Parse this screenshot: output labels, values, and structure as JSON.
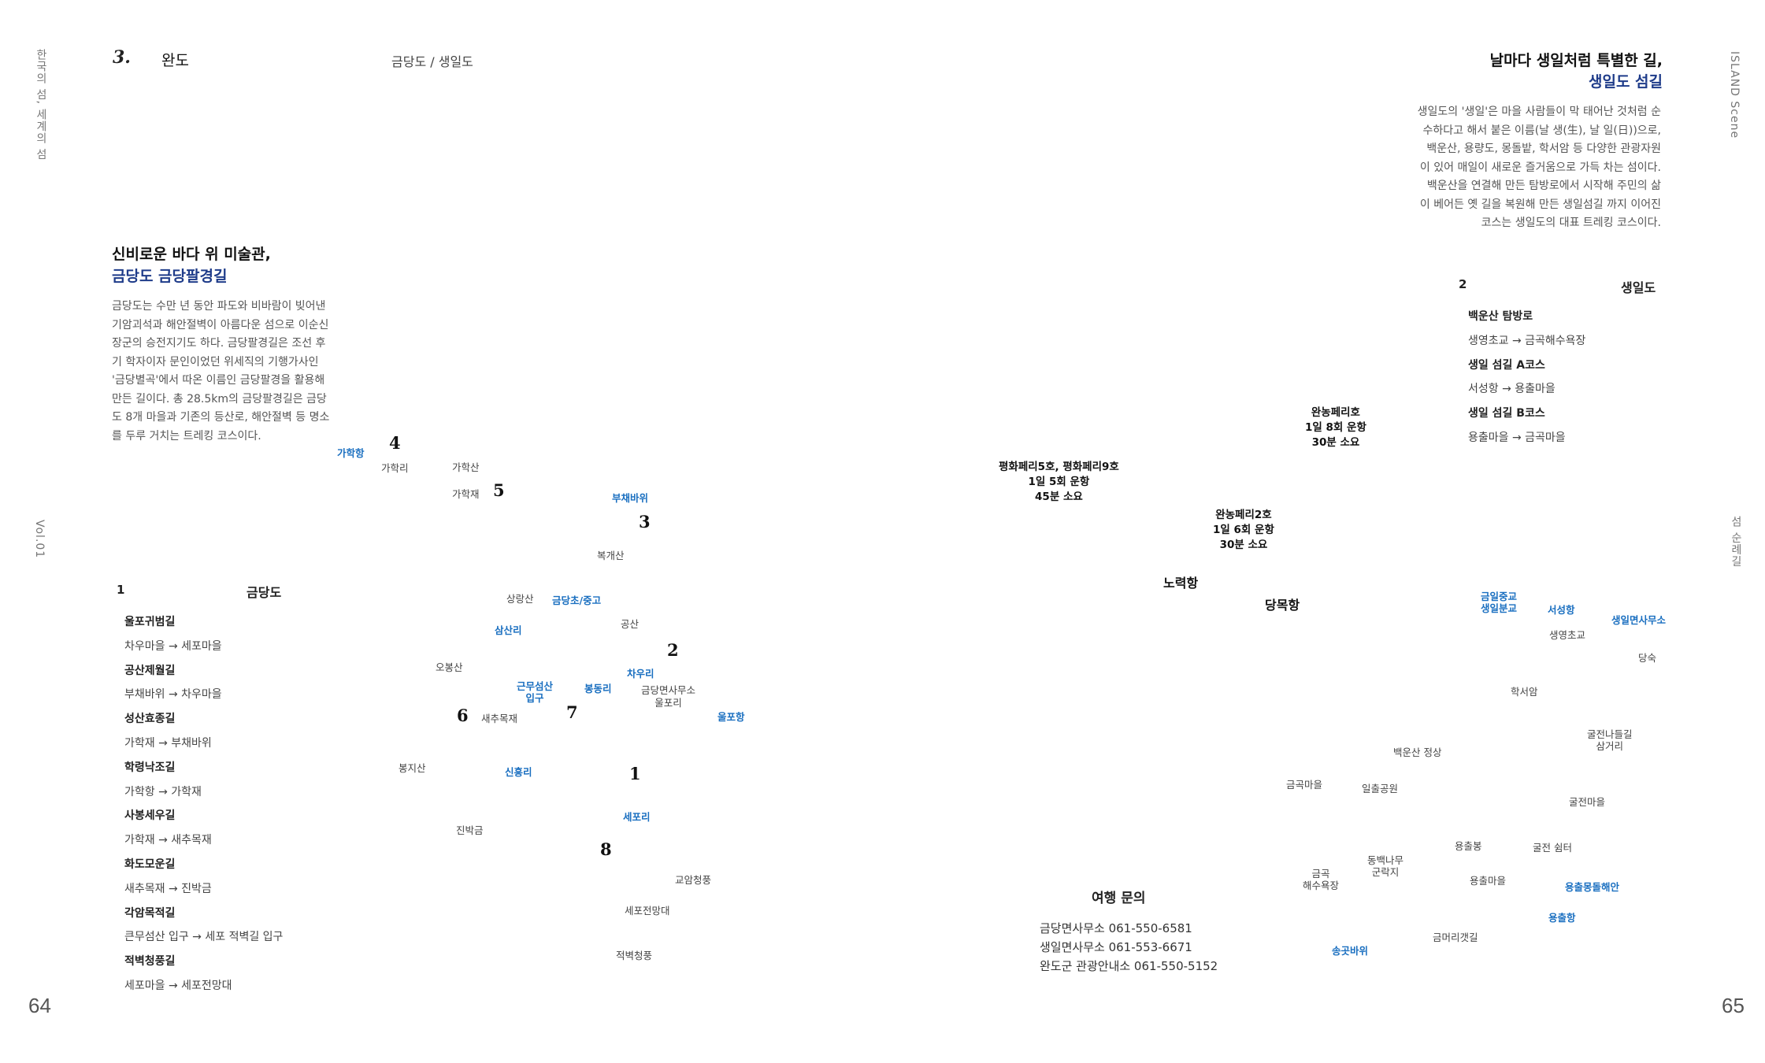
{
  "left_page": {
    "vertical_label": "한국의 섬, 세계의 섬",
    "volume": "Vol.01",
    "page_number": "64",
    "section_number": "3.",
    "region": "완도",
    "islands": "금당도 / 생일도",
    "headline_line1": "신비로운 바다 위 미술관,",
    "headline_line2": "금당도 금당팔경길",
    "description": "금당도는 수만 년 동안 파도와 비바람이 빚어낸 기암괴석과 해안절벽이 아름다운 섬으로 이순신 장군의 승전지기도 하다. 금당팔경길은 조선 후기 학자이자 문인이었던 위세직의 기행가사인 '금당별곡'에서 따온 이름인 금당팔경을 활용해 만든 길이다. 총 28.5km의 금당팔경길은 금당도 8개 마을과 기존의 등산로, 해안절벽 등 명소를 두루 거치는 트레킹 코스이다.",
    "map_number": "1",
    "map_name": "금당도",
    "courses": [
      {
        "name": "울포귀범길",
        "route": "차우마을 → 세포마을"
      },
      {
        "name": "공산제월길",
        "route": "부채바위 → 차우마을"
      },
      {
        "name": "성산효종길",
        "route": "가학재 → 부채바위"
      },
      {
        "name": "학령낙조길",
        "route": "가학항 → 가학재"
      },
      {
        "name": "사봉세우길",
        "route": "가학재 → 새추목재"
      },
      {
        "name": "화도모운길",
        "route": "새추목재 → 진박금"
      },
      {
        "name": "각암목적길",
        "route": "큰무섬산 입구 → 세포 적벽길 입구"
      },
      {
        "name": "적벽청풍길",
        "route": "세포마을 → 세포전망대"
      }
    ],
    "map_labels": {
      "gahak_port": "가학항",
      "gahakri": "가학리",
      "gahaksan": "가학산",
      "gahakjae": "가학재",
      "buchaebawi": "부채바위",
      "bokgaesan": "복개산",
      "sangnangsan": "상랑산",
      "geumdang_school": "금당초/중고",
      "samsanri": "삼산리",
      "gongsan": "공산",
      "obongsan": "오봉산",
      "chauri": "차우리",
      "geunmuseom": "근무섬산\n입구",
      "bongdongri": "봉동리",
      "myeonsamuso": "금당면사무소\n울포리",
      "saechumokjae": "새추목재",
      "ulpo_port": "울포항",
      "bongjisan": "봉지산",
      "sinheungri": "신흥리",
      "sepori": "세포리",
      "jinbakgeum": "진박금",
      "gyoamcheongpung": "교암청풍",
      "sepo_observatory": "세포전망대",
      "jeokbyeok": "적벽청풍"
    },
    "map_numbers": {
      "n1": "1",
      "n2": "2",
      "n3": "3",
      "n4": "4",
      "n5": "5",
      "n6": "6",
      "n7": "7",
      "n8": "8"
    }
  },
  "right_page": {
    "vertical_label": "ISLAND Scene",
    "vertical_label2": "섬 순례길",
    "page_number": "65",
    "headline_line1": "날마다 생일처럼 특별한 길,",
    "headline_line2": "생일도 섬길",
    "description": "생일도의 '생일'은 마을 사람들이 막 태어난 것처럼 순수하다고 해서 붙은 이름(날 생(生), 날 일(日))으로, 백운산, 용량도, 몽돌밭, 학서암 등 다양한 관광자원이 있어 매일이 새로운 즐거움으로 가득 차는 섬이다. 백운산을 연결해 만든 탐방로에서 시작해 주민의 삶이 베어든 옛 길을 복원해 만든 생일섬길 까지 이어진 코스는 생일도의 대표 트레킹 코스이다.",
    "map_number": "2",
    "map_name": "생일도",
    "courses": [
      {
        "name": "백운산 탐방로",
        "route": "생영초교 → 금곡해수욕장"
      },
      {
        "name": "생일 섬길 A코스",
        "route": "서성항 → 용출마을"
      },
      {
        "name": "생일 섬길 B코스",
        "route": "용출마을 → 금곡마을"
      }
    ],
    "ferries": [
      {
        "text": "평화페리5호, 평화페리9호\n1일 5회 운항\n45분 소요"
      },
      {
        "text": "완농페리호\n1일 8회 운항\n30분 소요"
      },
      {
        "text": "완농페리2호\n1일 6회 운항\n30분 소요"
      }
    ],
    "ports": {
      "noryeok": "노력항",
      "dangmok": "당목항"
    },
    "map_labels": {
      "geumil_school": "금일중교\n생일분교",
      "seoseong_port": "서성항",
      "saengil_office": "생일면사무소",
      "saengyoung_school": "생영초교",
      "dangsu": "당숙",
      "hakseoam": "학서암",
      "gulgeon_junction": "굴전나들길\n삼거리",
      "baekunsan_peak": "백운산 정상",
      "geumgok_village": "금곡마을",
      "ilchul_park": "일출공원",
      "gulgeon_village": "굴전마을",
      "yongchulbong": "용출봉",
      "gulgeon_shelter": "굴전 쉼터",
      "dongbaek": "동백나무\n군락지",
      "geumgok_beach": "금곡\n해수욕장",
      "yongchul_village": "용출마을",
      "yongchul_mongdol": "용출몽돌해안",
      "yongchul_port": "용출항",
      "geummeori": "금머리갯길",
      "songgot": "송곳바위"
    },
    "contact_title": "여행 문의",
    "contacts": [
      "금당면사무소 061-550-6581",
      "생일면사무소 061-553-6671",
      "완도군 관광안내소 061-550-5152"
    ]
  },
  "colors": {
    "accent_blue": "#1f3c8a",
    "map_blue": "#1a6fc0"
  }
}
